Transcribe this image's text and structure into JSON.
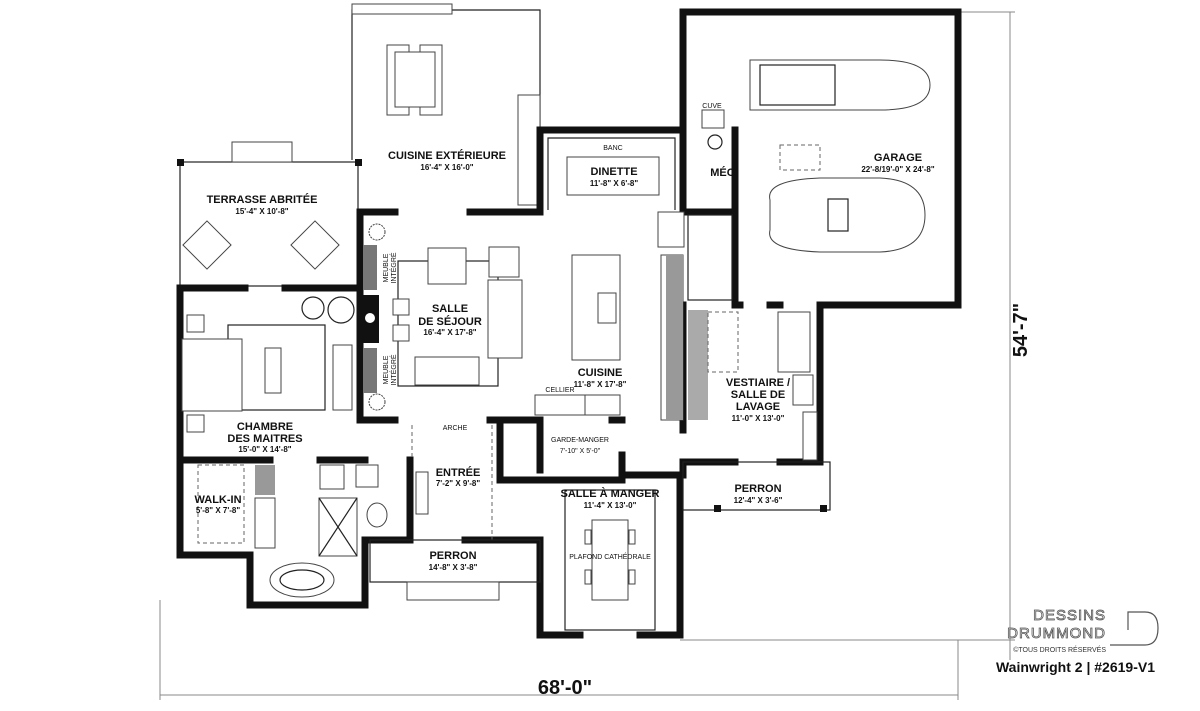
{
  "rooms": {
    "cuisine_ext": {
      "name": "CUISINE EXTÉRIEURE",
      "size": "16'-4\" X 16'-0\""
    },
    "terrasse": {
      "name": "TERRASSE ABRITÉE",
      "size": "15'-4\" X 10'-8\""
    },
    "dinette": {
      "name": "DINETTE",
      "size": "11'-8\" X 6'-8\""
    },
    "banc": "BANC",
    "mec": "MÉC.",
    "cuve": "CUVE",
    "garage": {
      "name": "GARAGE",
      "size": "22'-8/19'-0\" X 24'-8\""
    },
    "sejour": {
      "name1": "SALLE",
      "name2": "DE SÉJOUR",
      "size": "16'-4\" X 17'-8\""
    },
    "meuble": {
      "l1": "MEUBLE",
      "l2": "INTÉGRÉ"
    },
    "cuisine": {
      "name": "CUISINE",
      "size": "11'-8\" X 17'-8\""
    },
    "cellier": "CELLIER",
    "arche": "ARCHE",
    "garde_manger": {
      "name": "GARDE-MANGER",
      "size": "7'-10\" X 5'-0\""
    },
    "vestiaire": {
      "l1": "VESTIAIRE /",
      "l2": "SALLE DE",
      "l3": "LAVAGE",
      "size": "11'-0\" X 13'-0\""
    },
    "chambre": {
      "name1": "CHAMBRE",
      "name2": "DES MAITRES",
      "size": "15'-0\" X 14'-8\""
    },
    "entree": {
      "name": "ENTRÉE",
      "size": "7'-2\" X 9'-8\""
    },
    "walkin": {
      "name": "WALK-IN",
      "size": "5'-8\" X 7'-8\""
    },
    "salle_manger": {
      "name": "SALLE À MANGER",
      "size": "11'-4\" X 13'-0\""
    },
    "plafond": "PLAFOND CATHÉDRALE",
    "perron_front": {
      "name": "PERRON",
      "size": "14'-8\" X 3'-8\""
    },
    "perron_side": {
      "name": "PERRON",
      "size": "12'-4\" X 3'-6\""
    }
  },
  "dimensions": {
    "width": "68'-0\"",
    "depth": "54'-7\""
  },
  "branding": {
    "logo_l1": "DESSINS",
    "logo_l2": "DRUMMOND",
    "rights": "©TOUS DROITS RÉSERVÉS",
    "caption": "Wainwright 2 | #2619-V1"
  }
}
